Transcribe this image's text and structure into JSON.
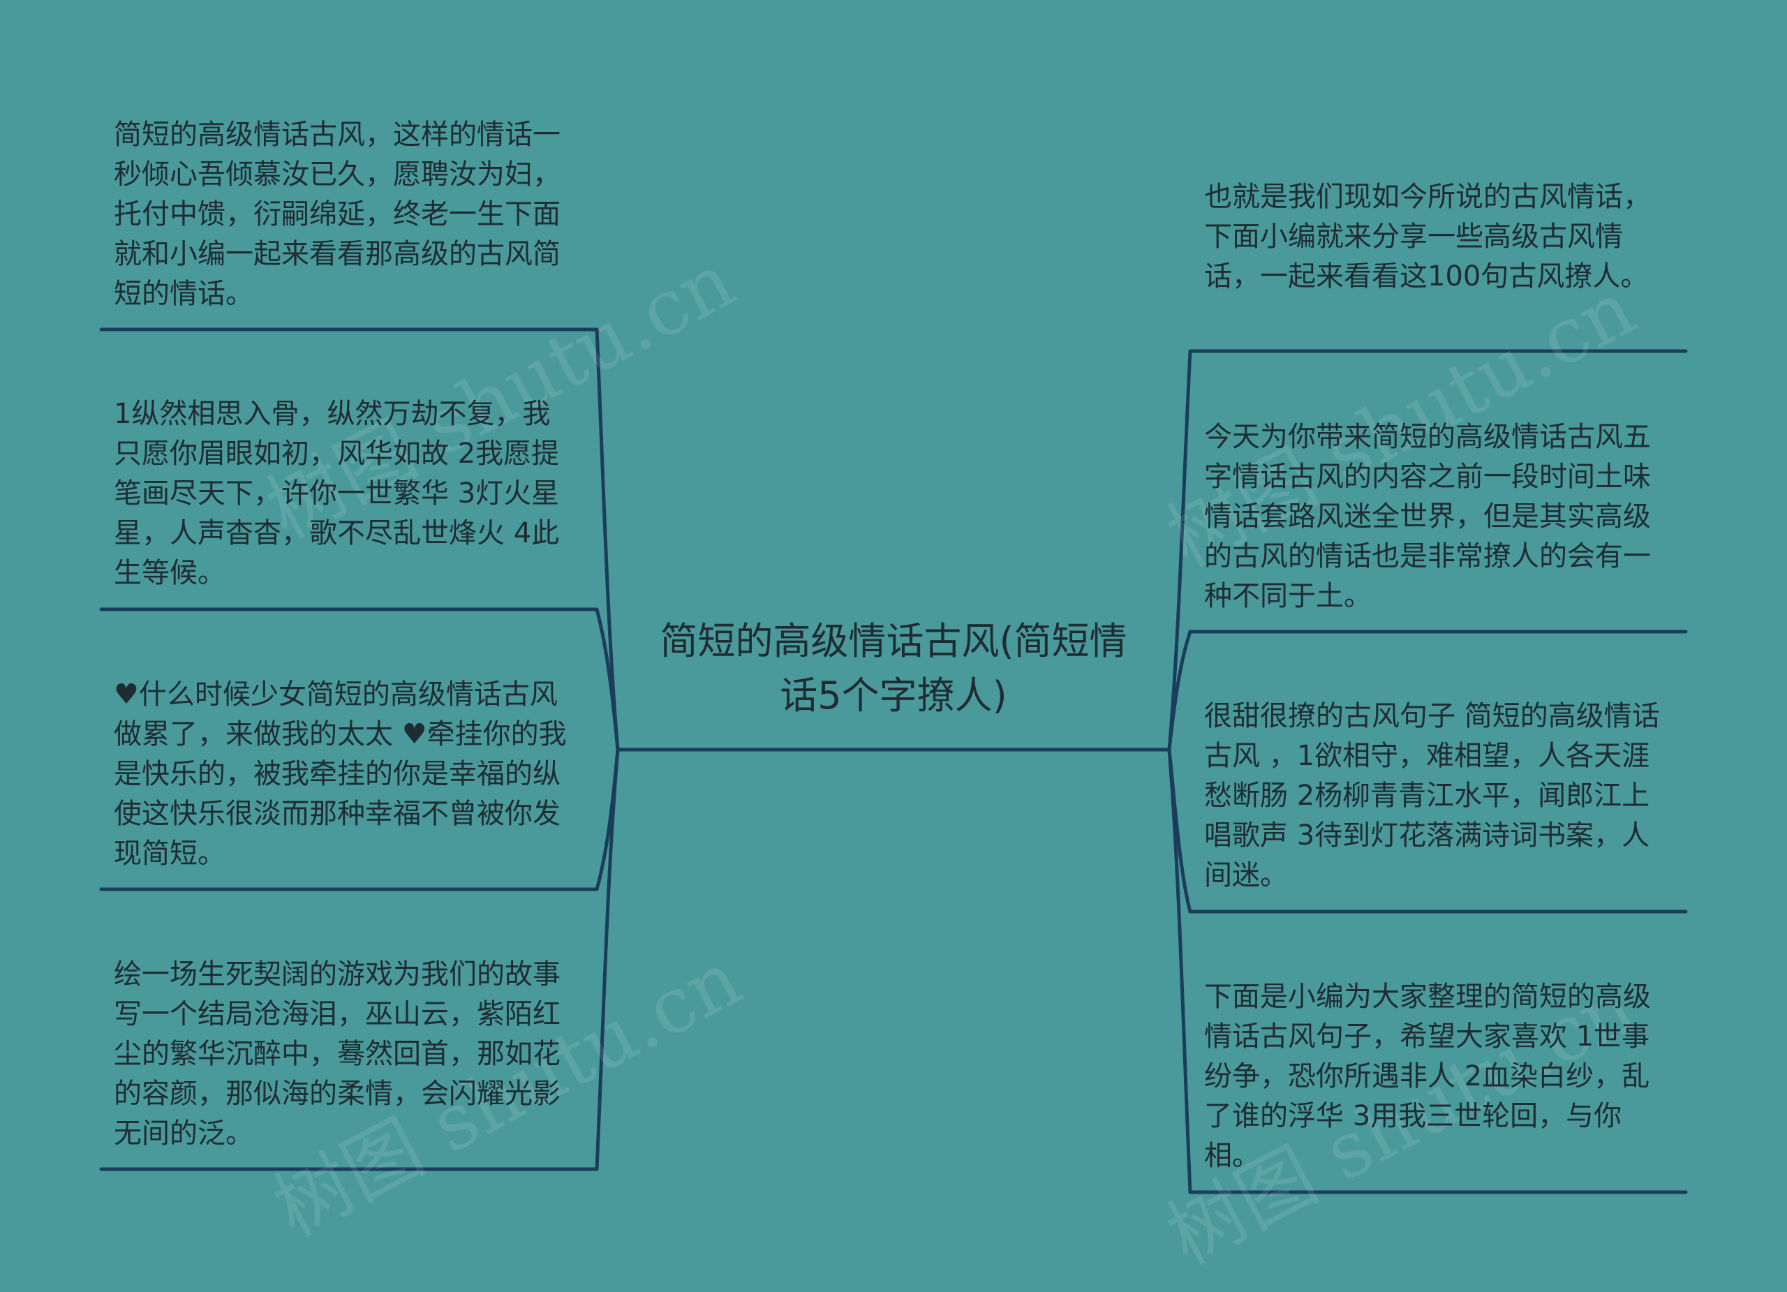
{
  "colors": {
    "background": "#4a9a9c",
    "line": "#1c3c5c",
    "text": "#1f2d33"
  },
  "center": {
    "title": "简短的高级情话古风(简短情话5个字撩人)"
  },
  "left_nodes": [
    {
      "text": "简短的高级情话古风，这样的情话一秒倾心吾倾慕汝已久，愿聘汝为妇，托付中馈，衍嗣绵延，终老一生下面就和小编一起来看看那高级的古风简短的情话。"
    },
    {
      "text": "1纵然相思入骨，纵然万劫不复，我只愿你眉眼如初，风华如故 2我愿提笔画尽天下，许你一世繁华 3灯火星星，人声杳杳，歌不尽乱世烽火 4此生等候。"
    },
    {
      "text": "♥什么时候少女简短的高级情话古风做累了，来做我的太太 ♥牵挂你的我是快乐的，被我牵挂的你是幸福的纵使这快乐很淡而那种幸福不曾被你发现简短。"
    },
    {
      "text": "绘一场生死契阔的游戏为我们的故事写一个结局沧海泪，巫山云，紫陌红尘的繁华沉醉中，蓦然回首，那如花的容颜，那似海的柔情，会闪耀光影无间的泛。"
    }
  ],
  "right_nodes": [
    {
      "text": "也就是我们现如今所说的古风情话，下面小编就来分享一些高级古风情话，一起来看看这100句古风撩人。"
    },
    {
      "text": "今天为你带来简短的高级情话古风五字情话古风的内容之前一段时间土味情话套路风迷全世界，但是其实高级的古风的情话也是非常撩人的会有一种不同于土。"
    },
    {
      "text": "很甜很撩的古风句子 简短的高级情话古风 ，1欲相守，难相望，人各天涯愁断肠 2杨柳青青江水平，闻郎江上唱歌声 3待到灯花落满诗词书案，人间迷。"
    },
    {
      "text": "下面是小编为大家整理的简短的高级情话古风句子，希望大家喜欢 1世事纷争，恐你所遇非人 2血染白纱，乱了谁的浮华 3用我三世轮回，与你相。"
    }
  ],
  "watermark": {
    "text": "树图 shutu.cn"
  }
}
